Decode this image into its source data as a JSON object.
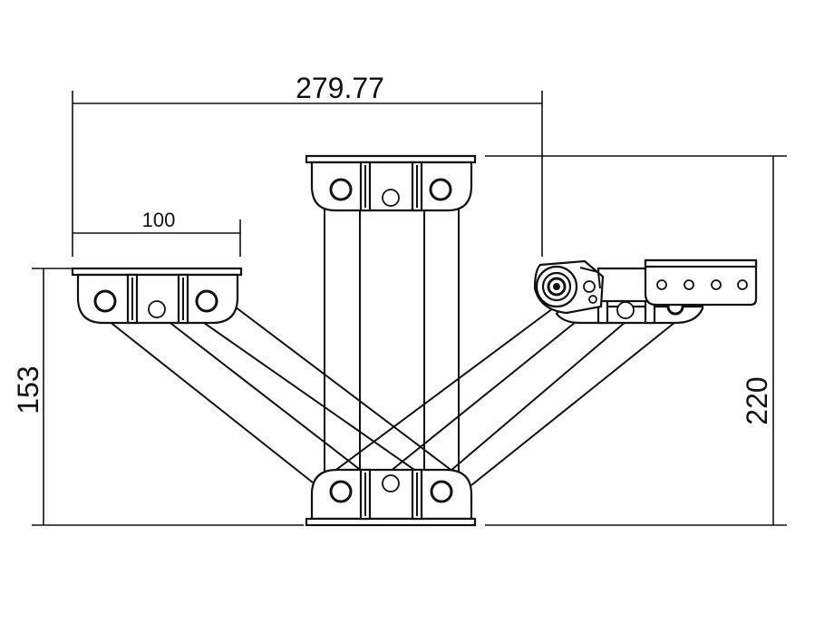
{
  "dimensions": {
    "overall_width": "279.77",
    "bracket_width": "100",
    "left_height": "153",
    "total_height": "220"
  }
}
